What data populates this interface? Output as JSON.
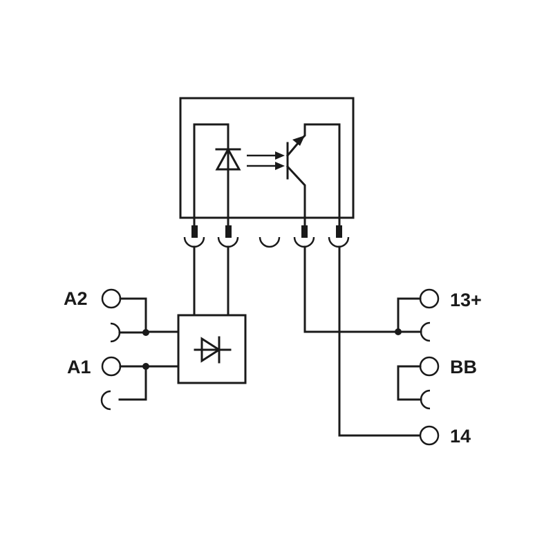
{
  "terminals": {
    "a2": "A2",
    "a1": "A1",
    "t13": "13+",
    "bb": "BB",
    "t14": "14"
  },
  "colors": {
    "line": "#1a1a1a",
    "background": "#ffffff"
  }
}
